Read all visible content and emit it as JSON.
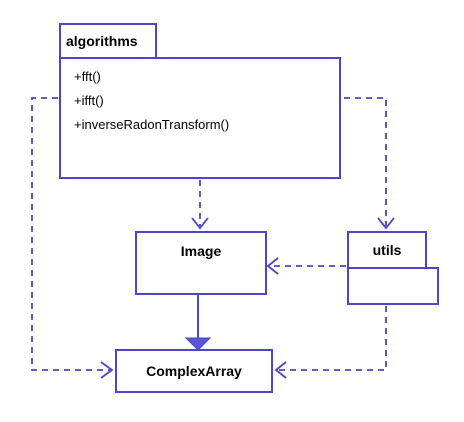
{
  "colors": {
    "line": "#4b45c9",
    "arrow_fill": "#5a55d6",
    "text": "#000000",
    "background": "#ffffff"
  },
  "package": {
    "name": "algorithms",
    "operations": [
      "+fft()",
      "+ifft()",
      "+inverseRadonTransform()"
    ]
  },
  "classes": {
    "image": {
      "name": "Image"
    },
    "utils": {
      "name": "utils"
    },
    "complex_array": {
      "name": "ComplexArray"
    }
  },
  "relations": [
    {
      "from": "algorithms",
      "to": "Image",
      "kind": "dependency"
    },
    {
      "from": "algorithms",
      "to": "utils",
      "kind": "dependency"
    },
    {
      "from": "algorithms",
      "to": "ComplexArray",
      "kind": "dependency"
    },
    {
      "from": "utils",
      "to": "Image",
      "kind": "dependency"
    },
    {
      "from": "utils",
      "to": "ComplexArray",
      "kind": "dependency"
    },
    {
      "from": "Image",
      "to": "ComplexArray",
      "kind": "association"
    }
  ]
}
